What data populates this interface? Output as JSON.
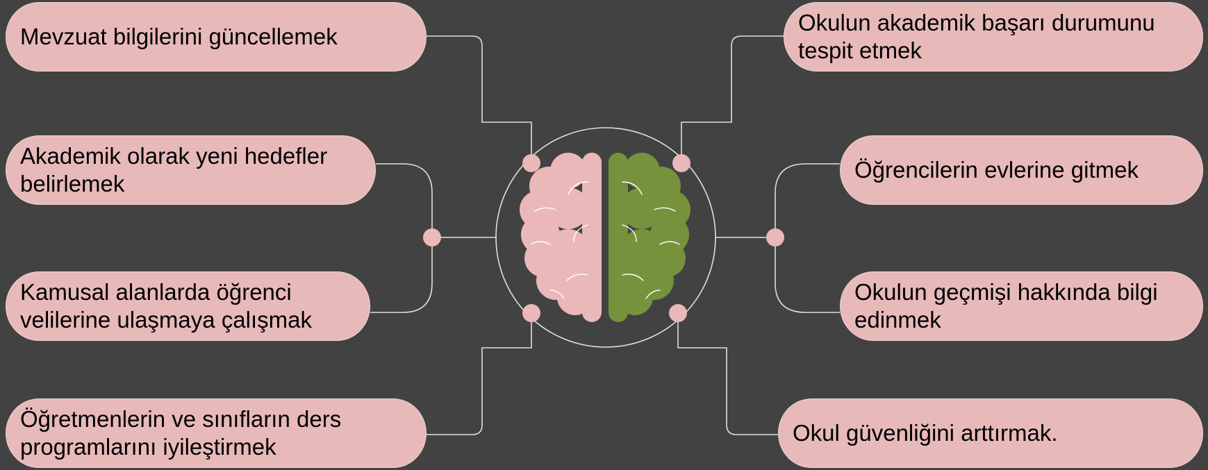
{
  "diagram": {
    "items": [
      {
        "text": "Mevzuat bilgilerini güncellemek"
      },
      {
        "text": "Akademik olarak yeni hedefler belirlemek"
      },
      {
        "text": "Kamusal alanlarda öğrenci velilerine ulaşmaya çalışmak"
      },
      {
        "text": "Öğretmenlerin ve sınıfların ders programlarını iyileştirmek"
      },
      {
        "text": "Okulun akademik başarı durumunu tespit etmek"
      },
      {
        "text": "Öğrencilerin evlerine gitmek"
      },
      {
        "text": "Okulun geçmişi hakkında bilgi edinmek"
      },
      {
        "text": "Okul güvenliğini arttırmak."
      }
    ],
    "colors": {
      "background": "#424242",
      "pill": "#e8b9b9",
      "pill_border": "#f1d6d6",
      "connector": "#e0e0e0",
      "brain_left": "#eab8b8",
      "brain_right": "#76923c"
    },
    "center_icon": "brain-icon"
  }
}
